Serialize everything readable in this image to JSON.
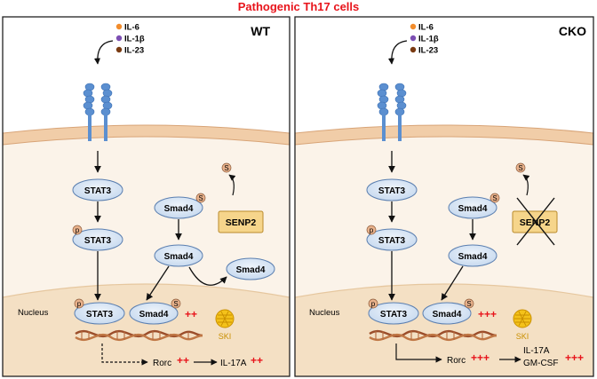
{
  "title": "Pathogenic Th17 cells",
  "wt": {
    "label": "WT",
    "ligands": [
      "IL-6",
      "IL-1β",
      "IL-23"
    ],
    "stat3": "STAT3",
    "p": "p",
    "smad4": "Smad4",
    "s": "S",
    "senp2": "SENP2",
    "nucleus": "Nucleus",
    "smad4_plus": "++",
    "ski": "SKI",
    "rorc": "Rorc",
    "rorc_plus": "++",
    "output": "IL-17A",
    "output_plus": "++"
  },
  "cko": {
    "label": "CKO",
    "ligands": [
      "IL-6",
      "IL-1β",
      "IL-23"
    ],
    "stat3": "STAT3",
    "p": "p",
    "smad4": "Smad4",
    "s": "S",
    "senp2": "SENP2",
    "nucleus": "Nucleus",
    "smad4_plus": "+++",
    "ski": "SKI",
    "rorc": "Rorc",
    "rorc_plus": "+++",
    "output_1": "IL-17A",
    "output_2": "GM-CSF",
    "output_plus": "+++"
  },
  "colors": {
    "il6": "#f28c2c",
    "il1b": "#7c4fb3",
    "il23": "#7a3b12",
    "plus": "#e8141b",
    "ski": "#e0a800",
    "node_fill": "#d9e6f5",
    "senp2_fill": "#f6d58b",
    "cytoplasm": "#fbf2e7",
    "nucleus": "#f4e0c4",
    "membrane": "#efc9a3"
  }
}
